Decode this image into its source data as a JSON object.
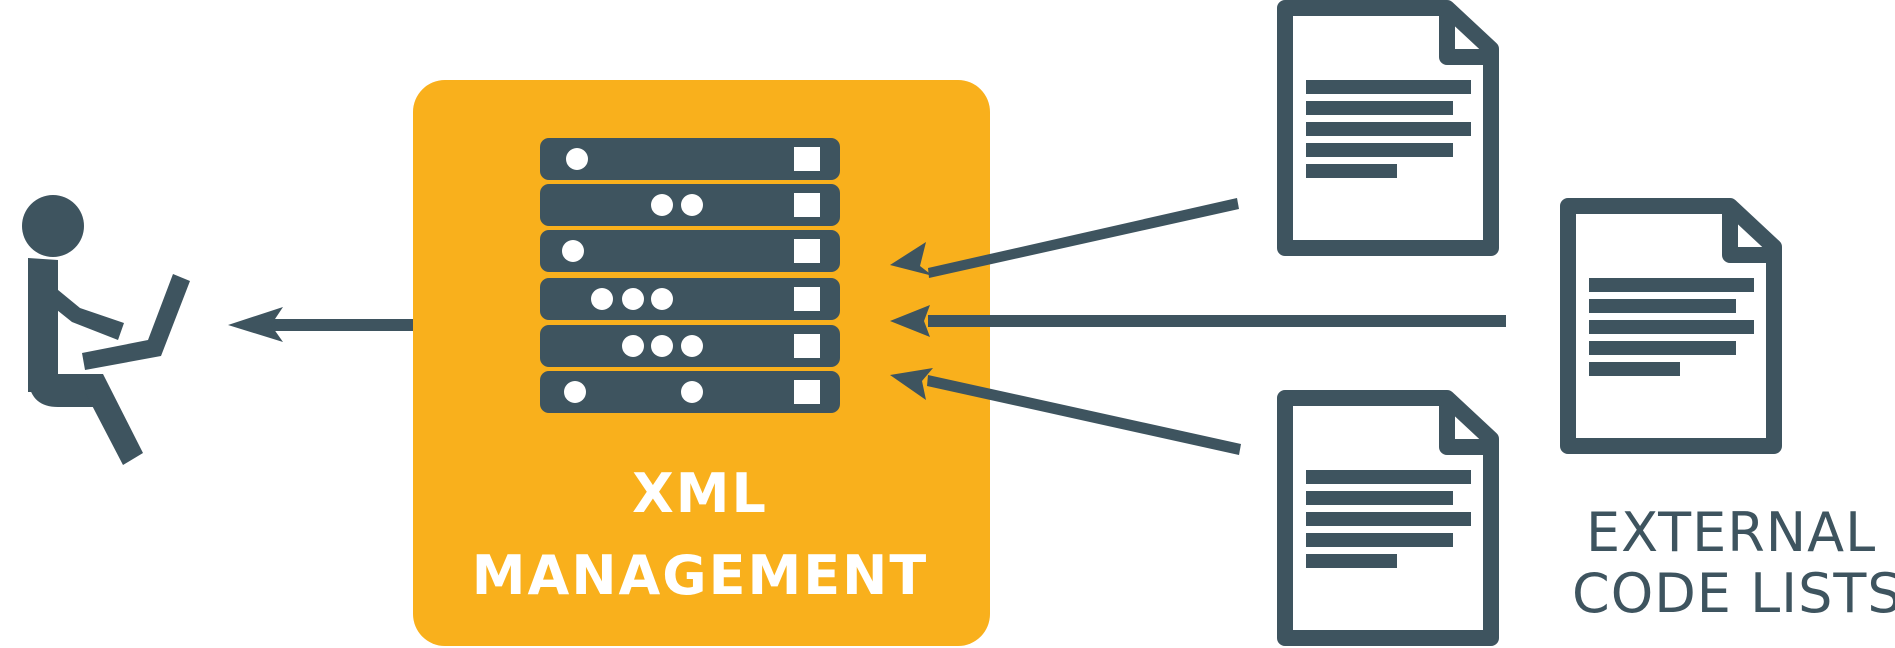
{
  "colors": {
    "dark": "#3e545f",
    "accent": "#f9b01c",
    "background": "#ffffff"
  },
  "icons": {
    "user": "person-at-laptop-icon",
    "server": "server-rack-icon",
    "document": "document-icon"
  },
  "labels": {
    "xml_line1": "XML",
    "xml_line2": "MANAGEMENT",
    "ext_line1": "EXTERNAL",
    "ext_line2": "CODE LISTS"
  },
  "server_units": [
    {
      "dots": 1
    },
    {
      "dots": 2
    },
    {
      "dots": 1
    },
    {
      "dots": 3
    },
    {
      "dots": 3
    },
    {
      "dots": 2
    }
  ],
  "documents": [
    {
      "name": "document-top"
    },
    {
      "name": "document-right"
    },
    {
      "name": "document-bottom"
    }
  ]
}
